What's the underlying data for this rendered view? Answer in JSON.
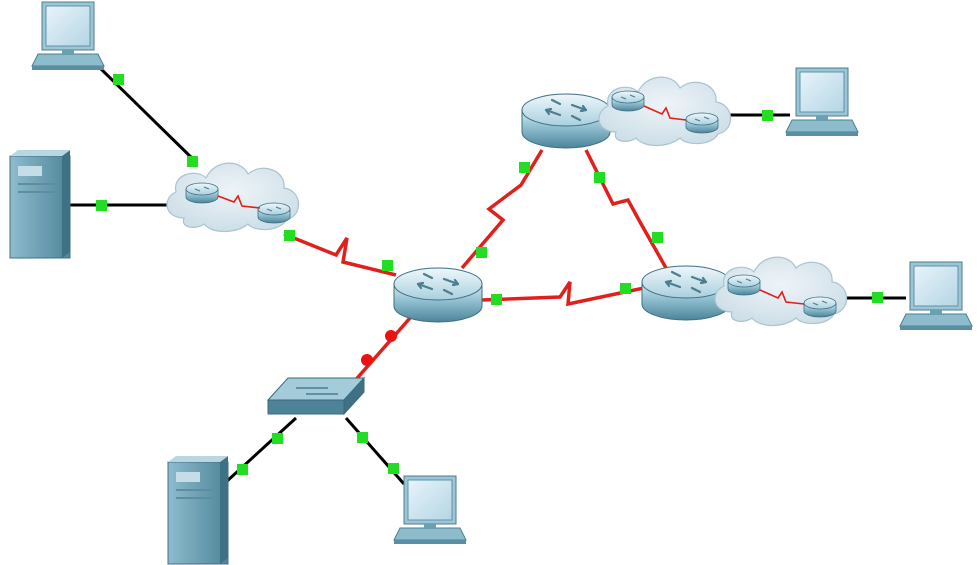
{
  "diagram": {
    "colors": {
      "serial_link": "#e0201c",
      "ethernet_link": "#000000",
      "port_up": "#22dd22",
      "port_down": "#ee1111",
      "device_body": "#7fb3c6",
      "device_dark": "#4a7f93",
      "cloud_fill": "#d9e7ee",
      "screen": "#cfe6f2"
    },
    "devices": [
      {
        "id": "pc-top-left",
        "kind": "pc"
      },
      {
        "id": "server-left",
        "kind": "server"
      },
      {
        "id": "cloud-left",
        "kind": "cloud"
      },
      {
        "id": "router-center",
        "kind": "router"
      },
      {
        "id": "router-top",
        "kind": "router"
      },
      {
        "id": "cloud-top-right",
        "kind": "cloud"
      },
      {
        "id": "pc-top-right",
        "kind": "pc"
      },
      {
        "id": "router-right",
        "kind": "router"
      },
      {
        "id": "cloud-right",
        "kind": "cloud"
      },
      {
        "id": "pc-right",
        "kind": "pc"
      },
      {
        "id": "switch-bottom",
        "kind": "switch"
      },
      {
        "id": "server-bottom",
        "kind": "server"
      },
      {
        "id": "pc-bottom",
        "kind": "pc"
      }
    ],
    "links": [
      {
        "id": "pc-top-left-to-cloud-left",
        "type": "ethernet",
        "status": "up"
      },
      {
        "id": "server-left-to-cloud-left",
        "type": "ethernet",
        "status": "up"
      },
      {
        "id": "cloud-left-to-router-center",
        "type": "serial",
        "status": "up"
      },
      {
        "id": "router-center-to-router-top",
        "type": "serial",
        "status": "up"
      },
      {
        "id": "router-center-to-router-right",
        "type": "serial",
        "status": "up"
      },
      {
        "id": "router-top-to-router-right",
        "type": "serial",
        "status": "up"
      },
      {
        "id": "cloud-top-right-to-pc-top-right",
        "type": "ethernet",
        "status": "up"
      },
      {
        "id": "cloud-right-to-pc-right",
        "type": "ethernet",
        "status": "up"
      },
      {
        "id": "router-center-to-switch-bottom",
        "type": "serial",
        "status": "down"
      },
      {
        "id": "switch-bottom-to-server-bottom",
        "type": "ethernet",
        "status": "up"
      },
      {
        "id": "switch-bottom-to-pc-bottom",
        "type": "ethernet",
        "status": "up"
      }
    ]
  }
}
